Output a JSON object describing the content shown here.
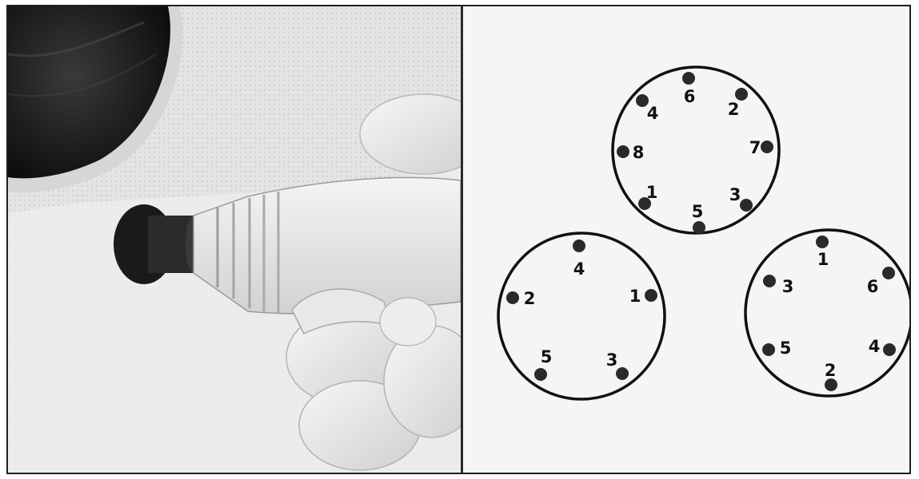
{
  "photo": {
    "subject": "hand-pushing-pin-into-connector",
    "icon": "photo-image"
  },
  "diagrams": [
    {
      "name": "connector-top",
      "pins": [
        {
          "label": "6"
        },
        {
          "label": "2"
        },
        {
          "label": "7"
        },
        {
          "label": "3"
        },
        {
          "label": "5"
        },
        {
          "label": "1"
        },
        {
          "label": "8"
        },
        {
          "label": "4"
        }
      ]
    },
    {
      "name": "connector-bottom-left",
      "pins": [
        {
          "label": "4"
        },
        {
          "label": "1"
        },
        {
          "label": "3"
        },
        {
          "label": "5"
        },
        {
          "label": "2"
        }
      ]
    },
    {
      "name": "connector-bottom-right",
      "pins": [
        {
          "label": "1"
        },
        {
          "label": "6"
        },
        {
          "label": "4"
        },
        {
          "label": "2"
        },
        {
          "label": "5"
        },
        {
          "label": "3"
        }
      ]
    }
  ]
}
